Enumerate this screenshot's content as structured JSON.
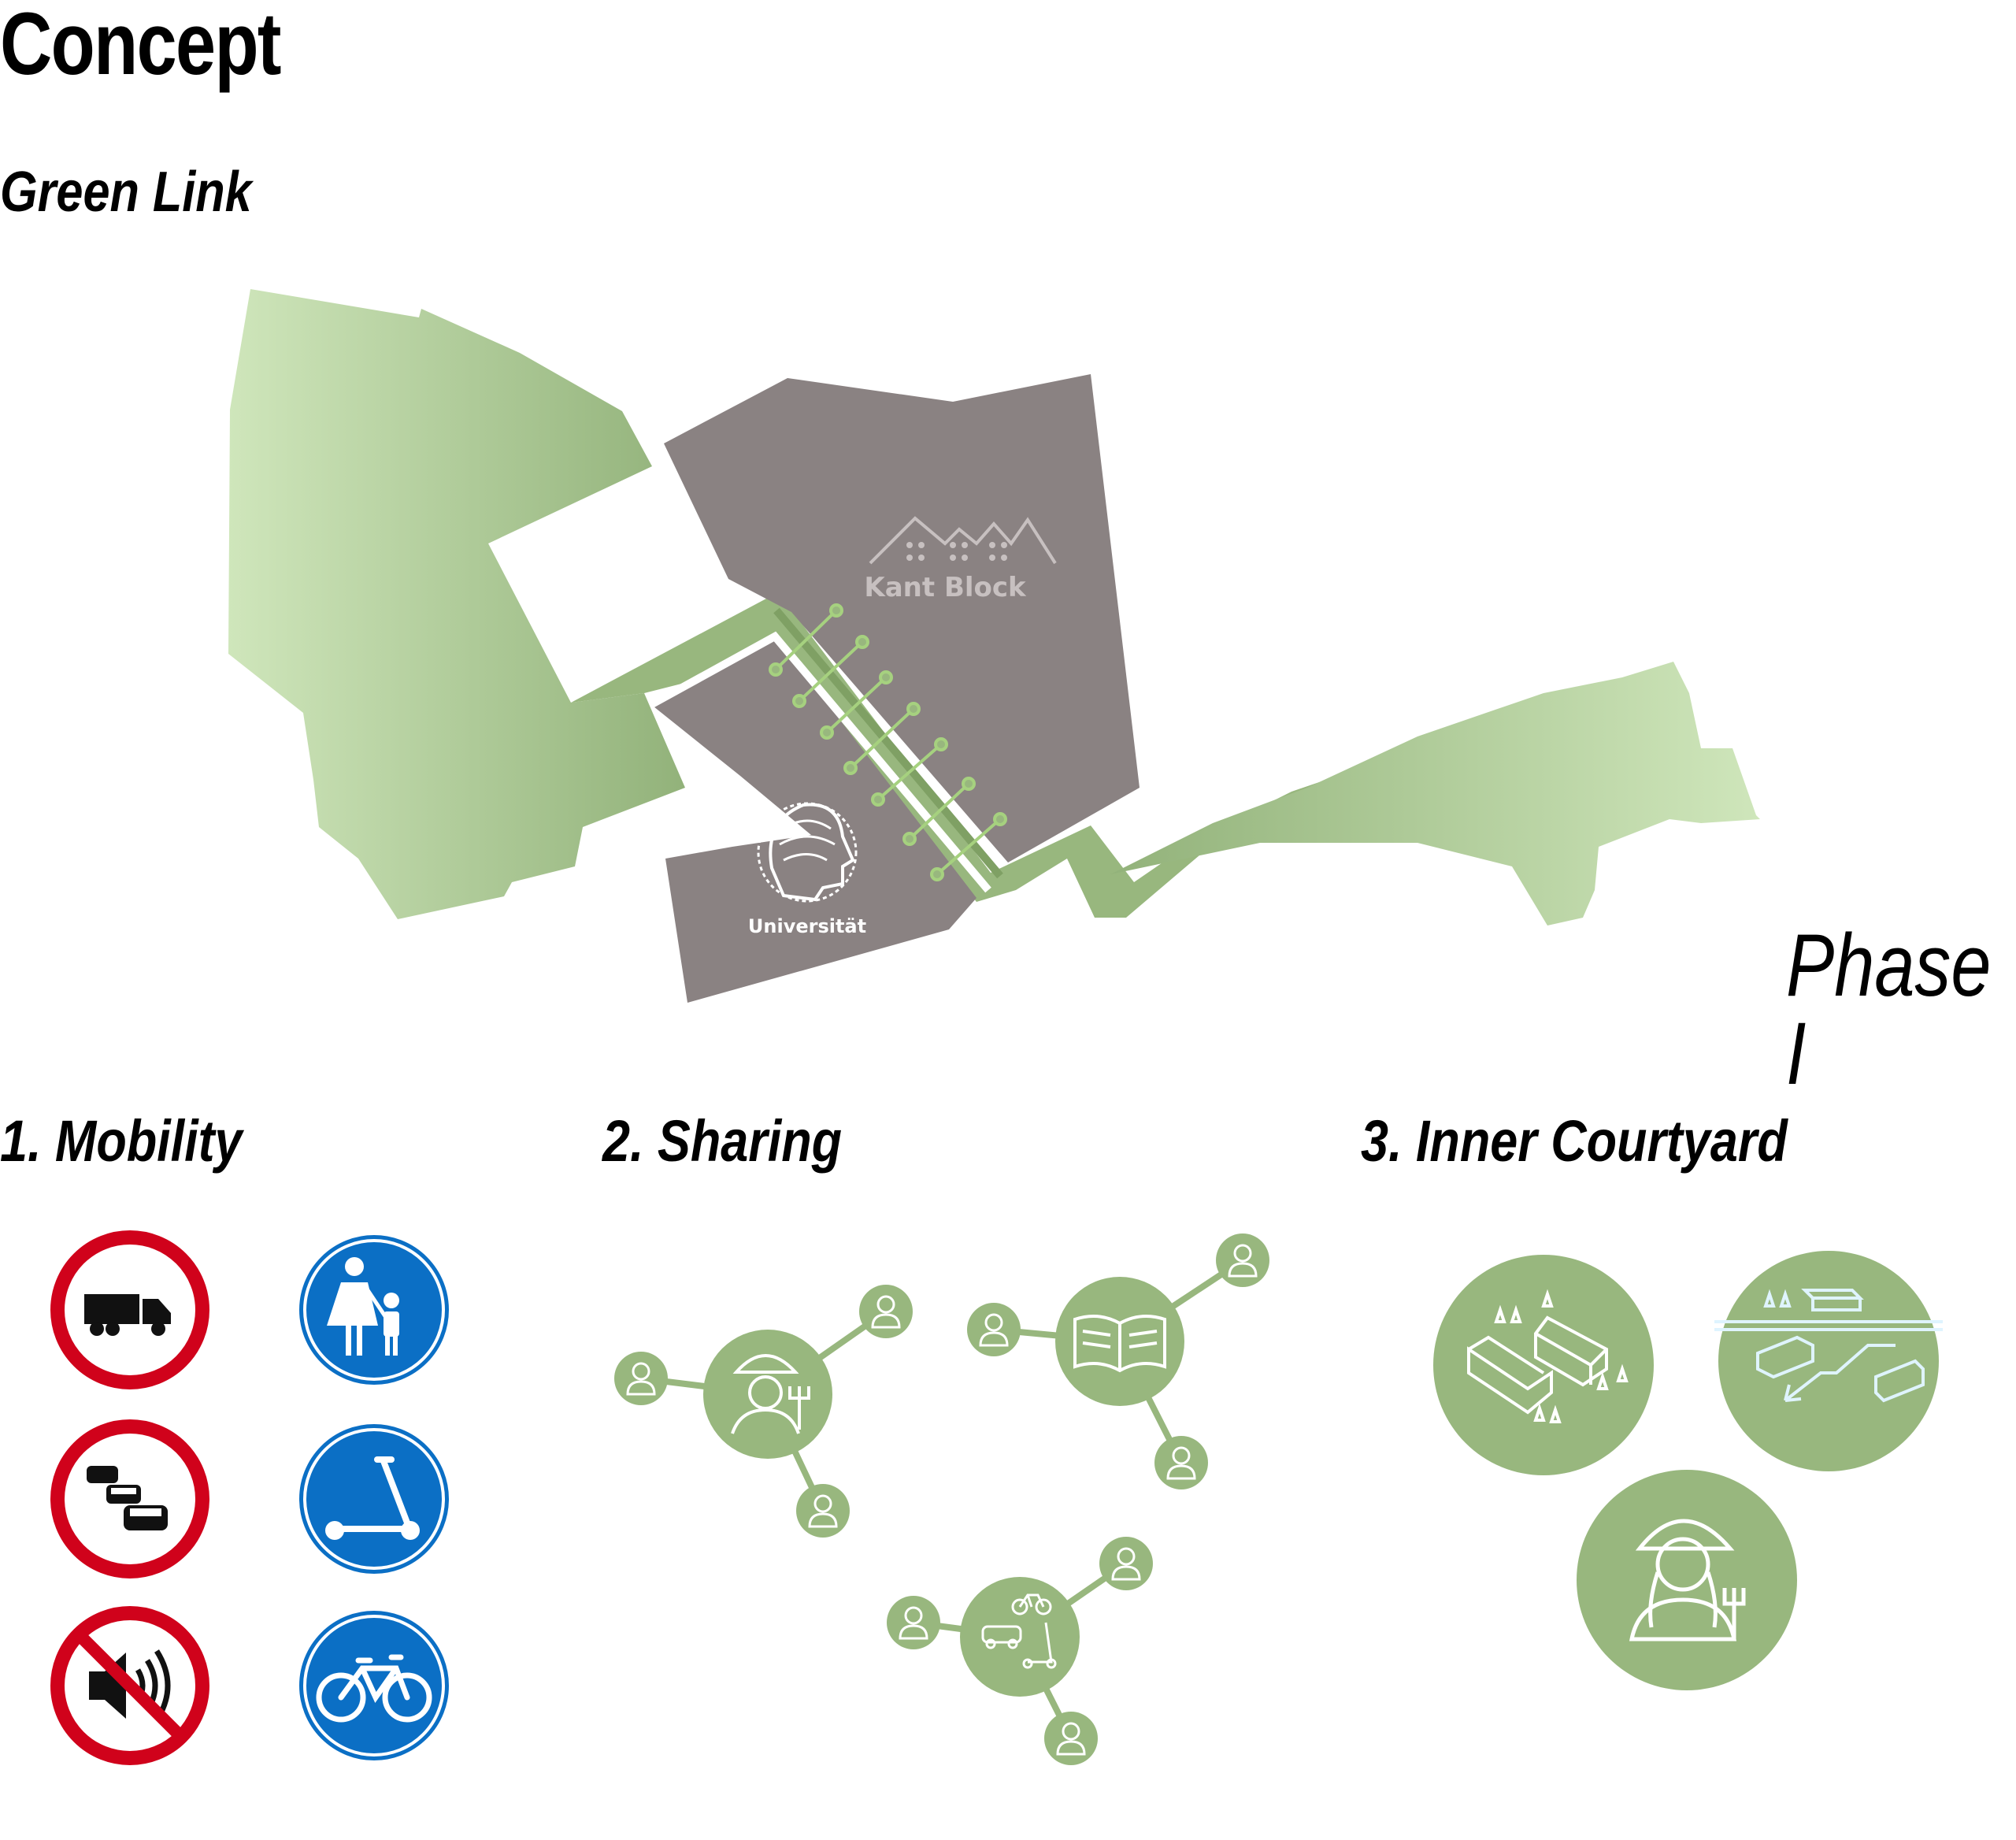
{
  "header": {
    "title": "Concept",
    "subtitle": "Green Link"
  },
  "map": {
    "label_kant": "Kant Block",
    "label_uni": "Universität",
    "phase": "Phase I"
  },
  "sections": [
    {
      "id": "mobility",
      "label": "1. Mobility"
    },
    {
      "id": "sharing",
      "label": "2. Sharing"
    },
    {
      "id": "courtyard",
      "label": "3. Inner Courtyard"
    }
  ],
  "icons": {
    "mobility": [
      "no-trucks-icon",
      "pedestrian-path-icon",
      "no-cars-icon",
      "scooter-path-icon",
      "no-noise-icon",
      "bicycle-path-icon"
    ],
    "sharing": [
      "gardener-hub-icon",
      "book-hub-icon",
      "vehicle-hub-icon",
      "person-icon"
    ],
    "courtyard": [
      "courtyard-buildings-icon",
      "courtyard-path-icon",
      "gardener-icon"
    ]
  },
  "colors": {
    "green_light": "#cde4b8",
    "green": "#98b77e",
    "grey_block": "#8a8282",
    "sign_red": "#d0021b",
    "sign_blue": "#0b6fc5"
  }
}
